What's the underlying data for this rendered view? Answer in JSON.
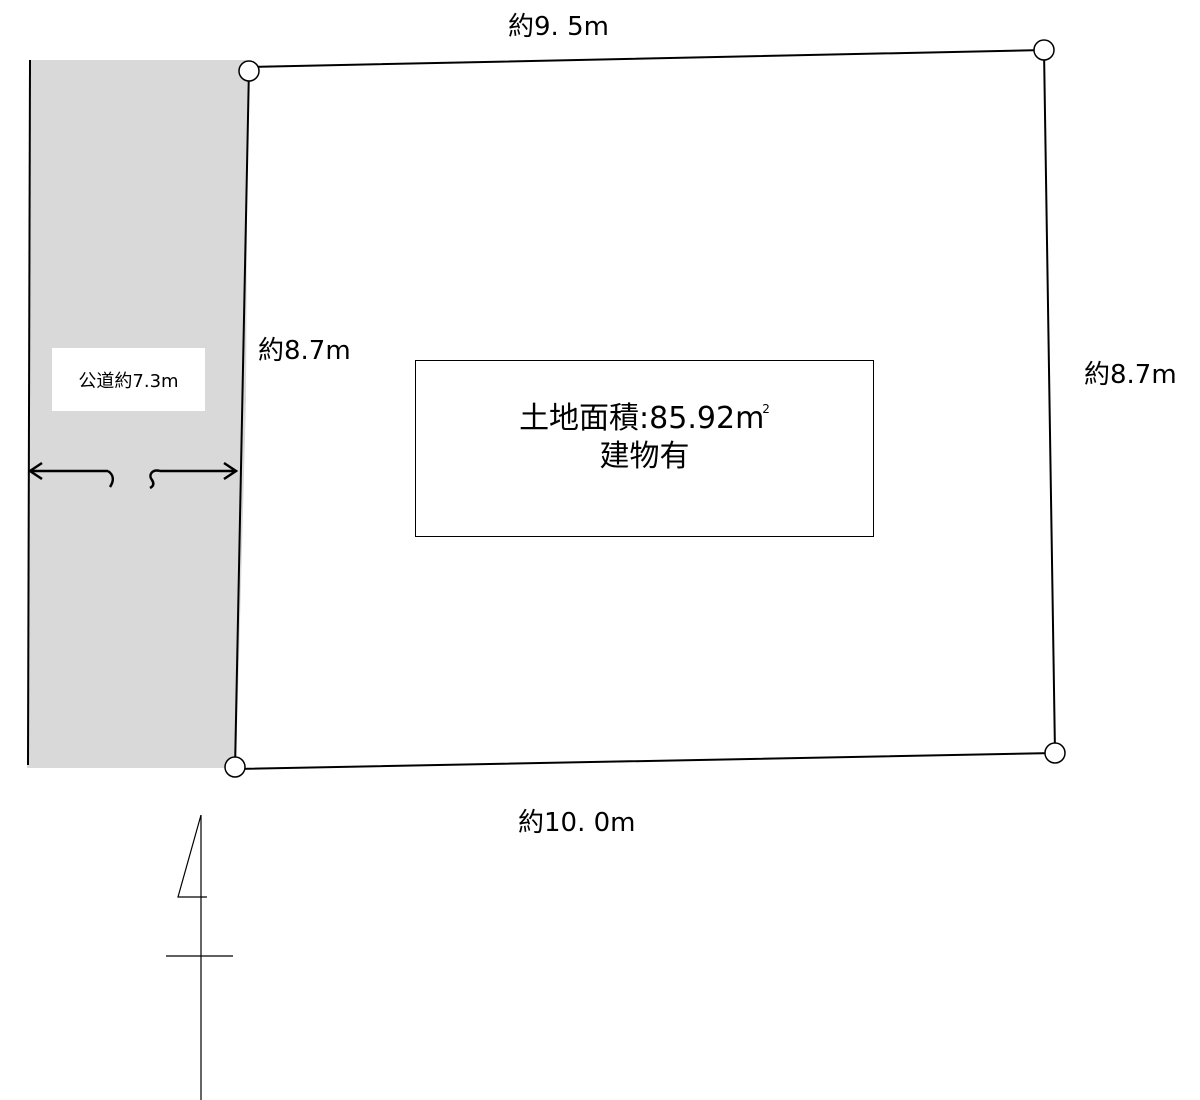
{
  "colors": {
    "road": "#d9d9d9",
    "line": "#000000",
    "background": "#ffffff"
  },
  "road": {
    "label": "公道約7.3m"
  },
  "dimensions": {
    "top": "約9. 5m",
    "bottom": "約10. 0m",
    "left": "約8.7m",
    "right": "約8.7m"
  },
  "info": {
    "area_label": "土地面積:",
    "area_value": "85.92",
    "area_unit": "m",
    "area_unit_sup": "2",
    "building": "建物有"
  },
  "icons": {
    "boundary_marker": "boundary-marker-icon",
    "north_arrow": "north-arrow-icon"
  }
}
